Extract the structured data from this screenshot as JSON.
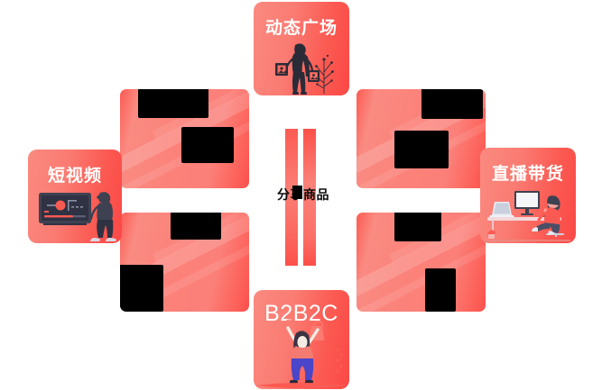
{
  "diagram": {
    "type": "radial-feature-diagram",
    "center": {
      "label": "分享商品",
      "masked": true
    },
    "primary_cards": [
      {
        "id": "top",
        "label": "动态广场",
        "script": "cn",
        "illustration": "person-with-photo-frames-and-plant"
      },
      {
        "id": "left",
        "label": "短视频",
        "script": "cn",
        "illustration": "monitor-video-player-with-person"
      },
      {
        "id": "right",
        "label": "直播带货",
        "script": "cn",
        "illustration": "person-at-desk-with-computer"
      },
      {
        "id": "bottom",
        "label": "B2B2C",
        "script": "latin",
        "illustration": "person-holding-shopping-bags"
      }
    ],
    "diagonal_cards": [
      {
        "id": "top-left",
        "label": "",
        "redacted": true
      },
      {
        "id": "top-right",
        "label": "",
        "redacted": true
      },
      {
        "id": "bottom-left",
        "label": "",
        "redacted": true
      },
      {
        "id": "bottom-right",
        "label": "",
        "redacted": true
      }
    ],
    "center_bars": {
      "count": 2
    }
  },
  "colors": {
    "card_light": "#fa8a80",
    "card_mid": "#fb5a52",
    "card_deep": "#fb4846",
    "title_text": "#ffffff",
    "center_text": "#0b0b0b",
    "redaction": "#000000",
    "background": "#ffffff"
  }
}
